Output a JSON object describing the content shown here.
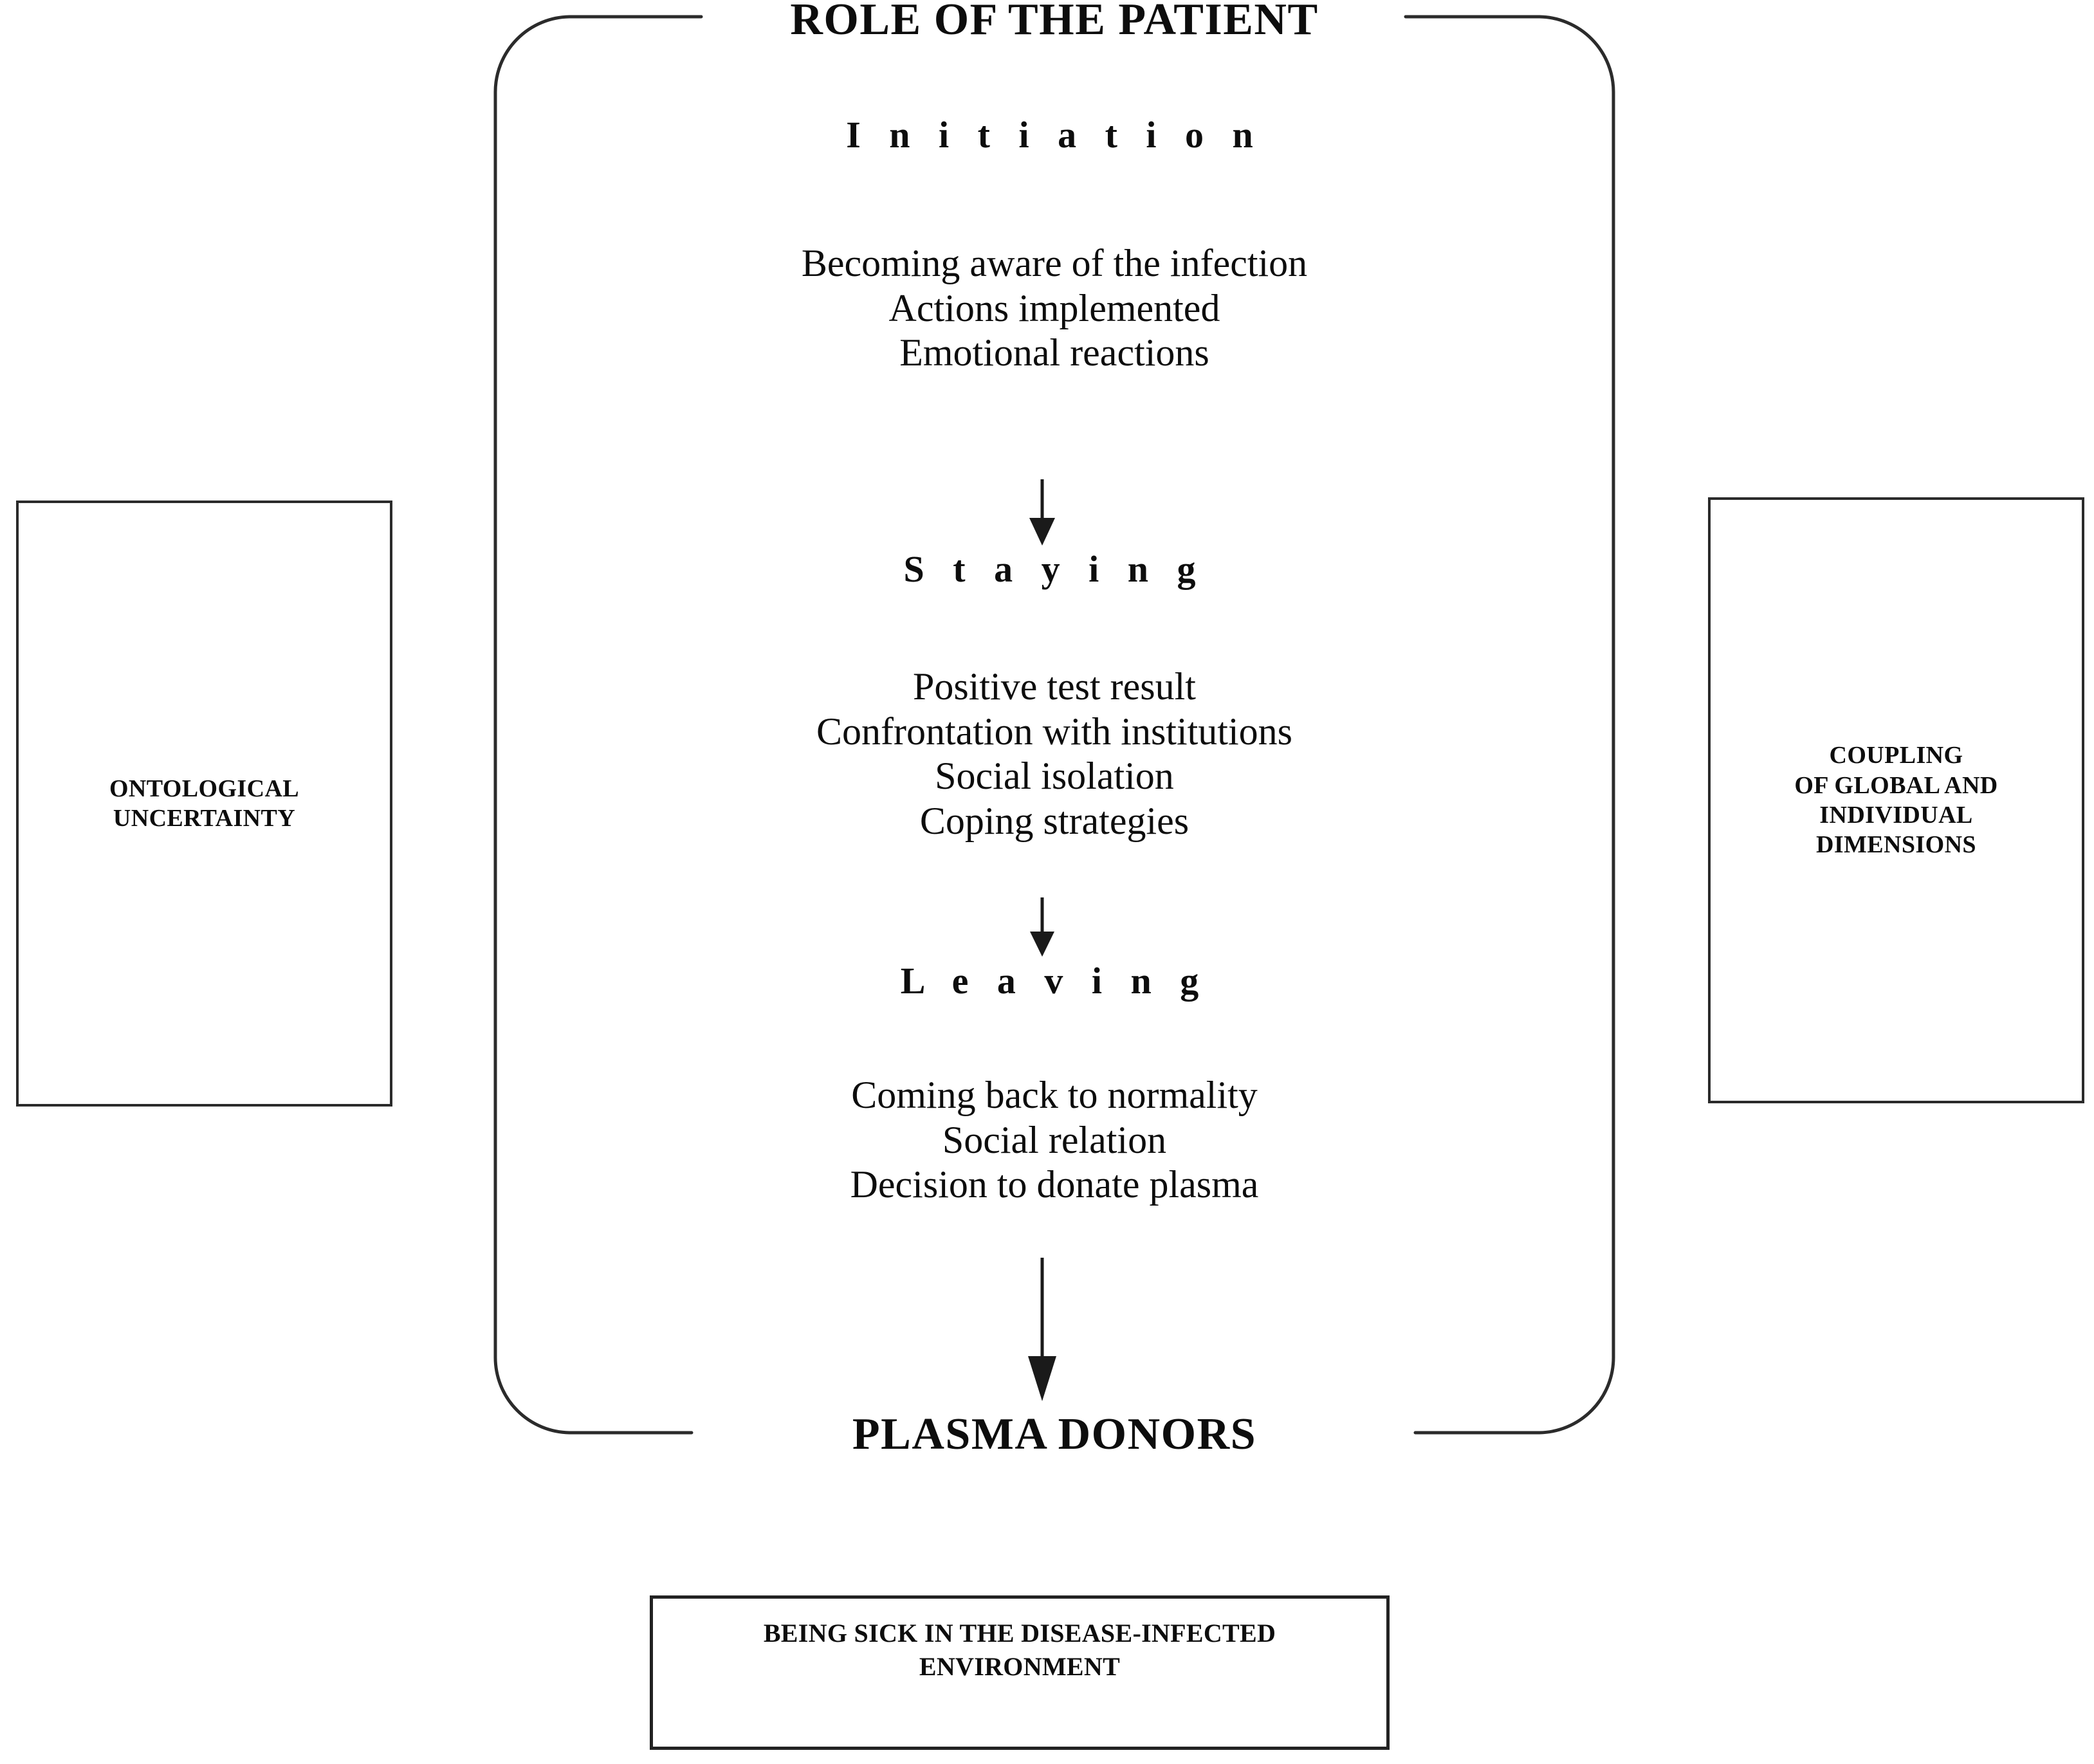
{
  "diagram": {
    "title": "ROLE OF THE PATIENT",
    "outcome": "PLASMA DONORS"
  },
  "stages": [
    {
      "heading": "I n i t i a t i o n",
      "items": [
        "Becoming aware of the infection",
        "Actions implemented",
        "Emotional reactions"
      ]
    },
    {
      "heading": "S t a y i n g",
      "items": [
        "Positive test result",
        "Confrontation with institutions",
        "Social isolation",
        "Coping strategies"
      ]
    },
    {
      "heading": "L e a v i n g",
      "items": [
        "Coming back to normality",
        "Social relation",
        "Decision to donate plasma"
      ]
    }
  ],
  "side_boxes": {
    "left": {
      "lines": [
        "ONTOLOGICAL",
        "UNCERTAINTY"
      ]
    },
    "right": {
      "lines": [
        "COUPLING",
        "OF GLOBAL AND",
        "INDIVIDUAL",
        "DIMENSIONS"
      ]
    }
  },
  "bottom_box": {
    "lines": [
      "BEING SICK IN THE DISEASE-INFECTED",
      "ENVIRONMENT"
    ]
  },
  "colors": {
    "stroke": "#2b2b2b",
    "text": "#0d0d0d",
    "background": "#ffffff"
  }
}
